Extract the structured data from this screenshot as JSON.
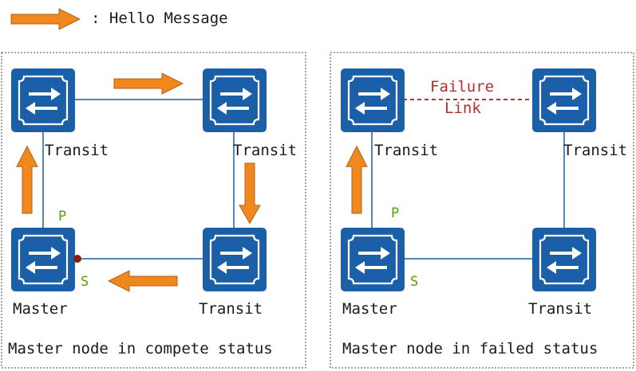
{
  "legend": {
    "label": ": Hello Message"
  },
  "colors": {
    "switch": "#1b5fa8",
    "arrow": "#f0881e",
    "port": "#5aa000",
    "failure": "#a01818"
  },
  "left_panel": {
    "caption": "Master node in compete status",
    "top_left_label": "Transit",
    "top_right_label": "Transit",
    "bottom_left_label": "Master",
    "bottom_right_label": "Transit",
    "port_p": "P",
    "port_s": "S"
  },
  "right_panel": {
    "caption": "Master node in failed status",
    "top_left_label": "Transit",
    "top_right_label": "Transit",
    "bottom_left_label": "Master",
    "bottom_right_label": "Transit",
    "port_p": "P",
    "port_s": "S",
    "failure_label_1": "Failure",
    "failure_label_2": "Link"
  }
}
